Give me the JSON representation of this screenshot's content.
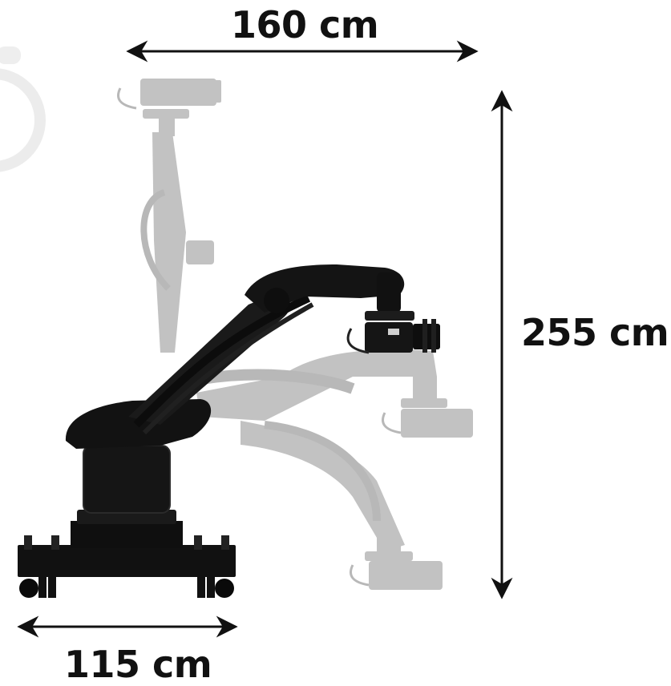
{
  "dimensions": {
    "width_label": "160 cm",
    "height_label": "255 cm",
    "base_label": "115 cm"
  },
  "colors": {
    "arm": "#141414",
    "ghost": "#8a8a8a",
    "text": "#111111"
  }
}
